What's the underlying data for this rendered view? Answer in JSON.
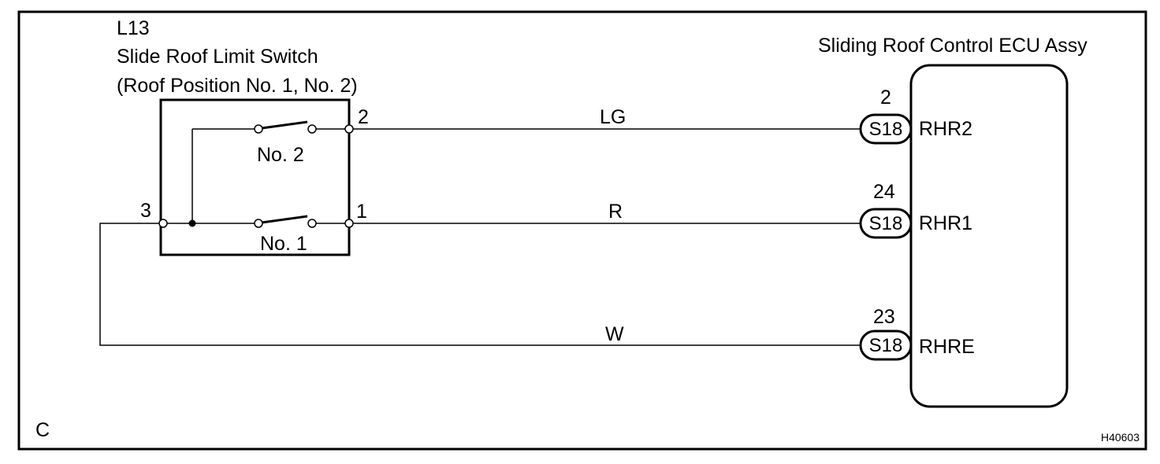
{
  "switch": {
    "ref": "L13",
    "title": "Slide Roof Limit Switch",
    "subtitle": "(Roof Position No. 1, No. 2)",
    "contact_upper": "No. 2",
    "contact_lower": "No. 1",
    "pin_left": "3",
    "pin_upper": "2",
    "pin_lower": "1"
  },
  "ecu": {
    "title": "Sliding Roof Control ECU Assy"
  },
  "connections": [
    {
      "wire_color": "LG",
      "pin": "2",
      "connector": "S18",
      "terminal": "RHR2"
    },
    {
      "wire_color": "R",
      "pin": "24",
      "connector": "S18",
      "terminal": "RHR1"
    },
    {
      "wire_color": "W",
      "pin": "23",
      "connector": "S18",
      "terminal": "RHRE"
    }
  ],
  "footer": {
    "corner_letter": "C",
    "figure_code": "H40603"
  }
}
